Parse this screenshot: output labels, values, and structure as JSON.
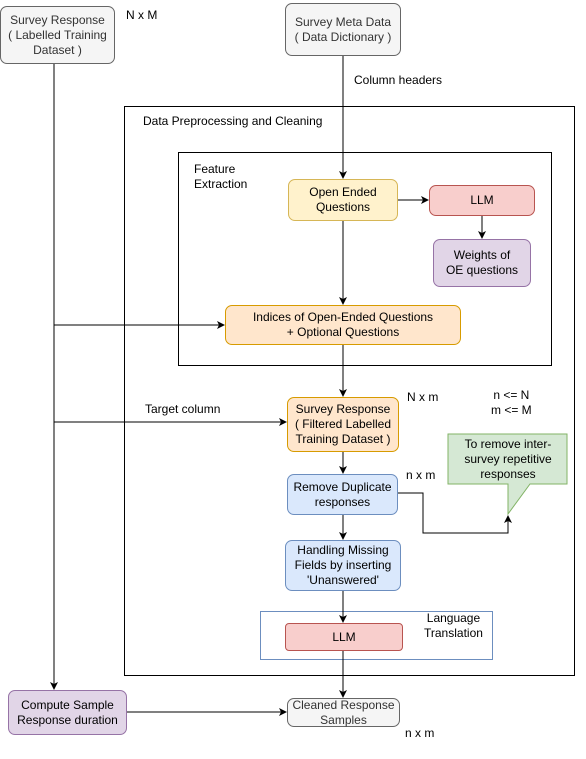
{
  "nodes": {
    "survey_response": "Survey Response\n( Labelled Training\nDataset )",
    "survey_meta": "Survey Meta Data\n( Data Dictionary )",
    "open_ended": "Open Ended\nQuestions",
    "llm_feature": "LLM",
    "weights": "Weights of\nOE questions",
    "indices": "Indices of Open-Ended Questions\n+ Optional Questions",
    "filtered": "Survey Response\n( Filtered Labelled\nTraining Dataset )",
    "remove_dup": "Remove Duplicate\nresponses",
    "missing": "Handling Missing\nFields by inserting\n'Unanswered'",
    "llm_translation": "LLM",
    "compute_sample": "Compute Sample\nResponse duration",
    "cleaned": "Cleaned Response\nSamples",
    "callout": "To remove inter-\nsurvey repetitive\nresponses"
  },
  "labels": {
    "n_x_M": "N x M",
    "column_headers": "Column headers",
    "preprocessing": "Data Preprocessing and Cleaning",
    "feature_extraction": "Feature\nExtraction",
    "target_column": "Target column",
    "N_x_m": "N x m",
    "constraints": "n <= N\nm <= M",
    "n_x_m_dup": "n x m",
    "language_translation": "Language\nTranslation",
    "n_x_m_out": "n x m"
  },
  "colors": {
    "gray_fill": "#f5f5f5",
    "orange_fill": "#ffe6cc",
    "yellow_fill": "#fff2cc",
    "red_fill": "#f8cecc",
    "purple_fill": "#e1d5e7",
    "blue_fill": "#dae8fc",
    "green_fill": "#d5e8d4"
  }
}
